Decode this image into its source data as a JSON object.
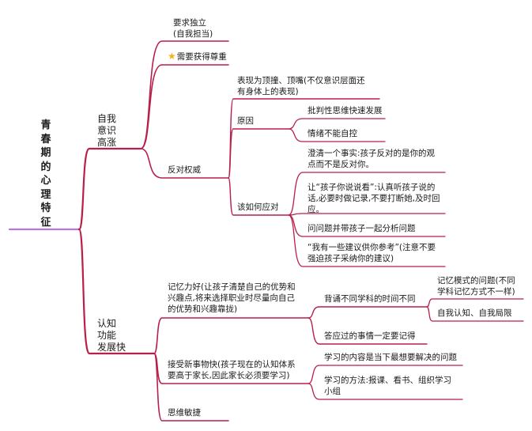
{
  "diagram": {
    "root": {
      "title": "青春期的心理特征"
    },
    "colors": {
      "branch": "#b81f4a",
      "root_line": "#b874e0",
      "star": "#f2b01e"
    },
    "branch1": {
      "title_lines": [
        "自我",
        "意识",
        "高涨"
      ],
      "item1_lines": [
        "要求独立",
        "(自我担当)"
      ],
      "item2": "需要获得尊重",
      "item2_icon": "star-icon",
      "item3": {
        "title": "反对权威",
        "sub1_lines": [
          "表现为顶撞、顶嘴(不仅意识层面还",
          "有身体上的表现)"
        ],
        "sub2": {
          "title": "原因",
          "items": [
            "批判性思维快速发展",
            "情绪不能自控"
          ]
        },
        "sub3": {
          "title": "该如何应对",
          "item1_lines": [
            "澄清一个事实:孩子反对的是你的观",
            "点而不是反对你。"
          ],
          "item2_lines": [
            "让“孩子你说说看”:认真听孩子说的",
            "话,必要时做记录,不要打断她,及时回",
            "应。"
          ],
          "item3": "问问题并带孩子一起分析问题",
          "item4_lines": [
            "“我有一些建议供你参考”(注意不要",
            "强迫孩子采纳你的建议)"
          ]
        }
      }
    },
    "branch2": {
      "title_lines": [
        "认知",
        "功能",
        "发展快"
      ],
      "item1": {
        "lines": [
          "记忆力好(让孩子清楚自己的优势和",
          "兴趣点,将来选择职业时尽量向自己",
          "的优势和兴趣靠拢)"
        ],
        "sub1": {
          "title": "背诵不同学科的时间不同",
          "item1_lines": [
            "记忆模式的问题(不同",
            "学科记忆方式不一样)"
          ],
          "item2": "自我认知、自我局限"
        },
        "sub2": "答应过的事情一定要记得"
      },
      "item2": {
        "lines": [
          "接受新事物快(孩子现在的认知体系",
          "要高于家长,因此家长必须要学习)"
        ],
        "sub1": "学习的内容是当下最想要解决的问题",
        "sub2_lines": [
          "学习的方法:报课、看书、组织学习",
          "小组"
        ]
      },
      "item3": "思维敏捷"
    }
  }
}
